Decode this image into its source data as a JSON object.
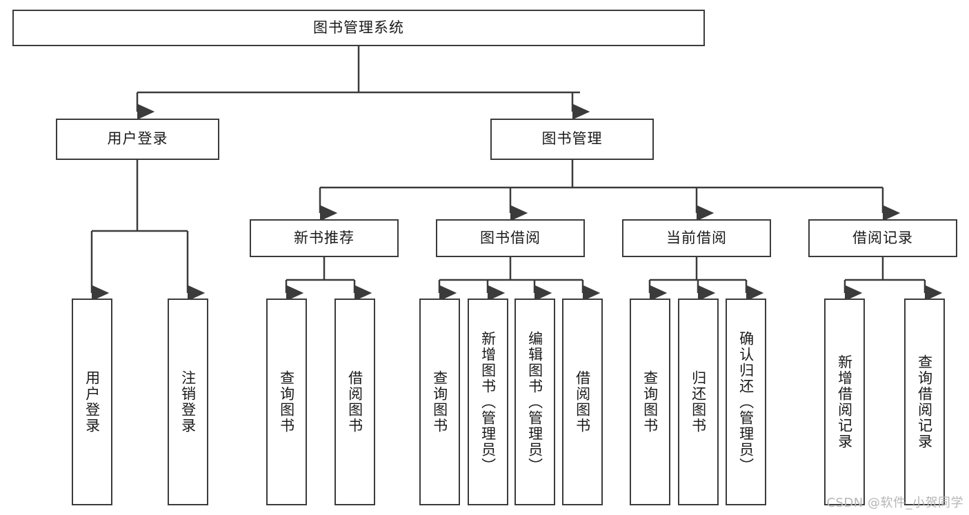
{
  "diagram": {
    "title": "图书管理系统",
    "root": {
      "label": "图书管理系统",
      "children": [
        {
          "label": "用户登录",
          "children": [
            {
              "label": "用户登录"
            },
            {
              "label": "注销登录"
            }
          ]
        },
        {
          "label": "图书管理",
          "children": [
            {
              "label": "新书推荐",
              "children": [
                {
                  "label": "查询图书"
                },
                {
                  "label": "借阅图书"
                }
              ]
            },
            {
              "label": "图书借阅",
              "children": [
                {
                  "label": "查询图书"
                },
                {
                  "label": "新增图书（管理员）"
                },
                {
                  "label": "编辑图书（管理员）"
                },
                {
                  "label": "借阅图书"
                }
              ]
            },
            {
              "label": "当前借阅",
              "children": [
                {
                  "label": "查询图书"
                },
                {
                  "label": "归还图书"
                },
                {
                  "label": "确认归还（管理员）"
                }
              ]
            },
            {
              "label": "借阅记录",
              "children": [
                {
                  "label": "新增借阅记录"
                },
                {
                  "label": "查询借阅记录"
                }
              ]
            }
          ]
        }
      ]
    },
    "nodes": {
      "level1": {
        "title": "图书管理系统"
      },
      "level2": {
        "user_login": "用户登录",
        "book_manage": "图书管理"
      },
      "level3": {
        "new_book_recommend": "新书推荐",
        "book_borrow": "图书借阅",
        "current_borrow": "当前借阅",
        "borrow_record": "借阅记录"
      },
      "leaves": {
        "user_login": "用户登录",
        "logout": "注销登录",
        "query_book_a": "查询图书",
        "borrow_book_a": "借阅图书",
        "query_book_b": "查询图书",
        "add_book_admin": "新增图书（管理员）",
        "edit_book_admin": "编辑图书（管理员）",
        "borrow_book_b": "借阅图书",
        "query_book_c": "查询图书",
        "return_book": "归还图书",
        "confirm_return_admin": "确认归还（管理员）",
        "add_borrow_record": "新增借阅记录",
        "query_borrow_record": "查询借阅记录"
      }
    },
    "colors": {
      "stroke": "#3b3b3b",
      "background": "#ffffff",
      "text": "#1a1a1a",
      "watermark": "#b6b6b6"
    }
  },
  "watermark": {
    "text": "CSDN @软件_小贺同学"
  }
}
